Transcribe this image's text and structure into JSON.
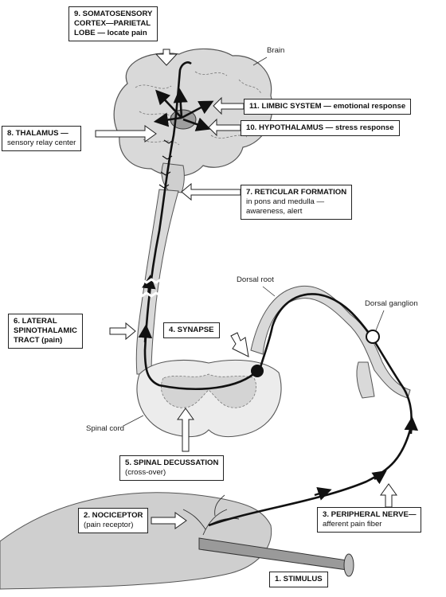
{
  "labels": {
    "stimulus": "1. STIMULUS",
    "nociceptor": [
      "2. NOCICEPTOR",
      "(pain receptor)"
    ],
    "peripheral_nerve": [
      "3. PERIPHERAL NERVE—",
      "afferent pain fiber"
    ],
    "synapse": "4. SYNAPSE",
    "spinal_decussation": [
      "5. SPINAL DECUSSATION",
      "(cross-over)"
    ],
    "lateral_tract": [
      "6. LATERAL",
      "SPINOTHALAMIC",
      "TRACT (pain)"
    ],
    "reticular_formation": [
      "7. RETICULAR FORMATION",
      "in pons and medulla —",
      "awareness, alert"
    ],
    "thalamus": [
      "8. THALAMUS —",
      "sensory relay center"
    ],
    "somatosensory_cortex": [
      "9. SOMATOSENSORY",
      "CORTEX—PARIETAL",
      "LOBE — locate pain"
    ],
    "hypothalamus": "10. HYPOTHALAMUS — stress response",
    "limbic_system": "11. LIMBIC SYSTEM — emotional response"
  },
  "anatomy": {
    "brain": "Brain",
    "dorsal_root": "Dorsal root",
    "dorsal_ganglion": "Dorsal ganglion",
    "spinal_cord": "Spinal cord"
  },
  "colors": {
    "tissue_fill": "#d9d9d9",
    "tissue_stroke": "#555555",
    "nerve_path": "#111111",
    "box_border": "#222222"
  }
}
